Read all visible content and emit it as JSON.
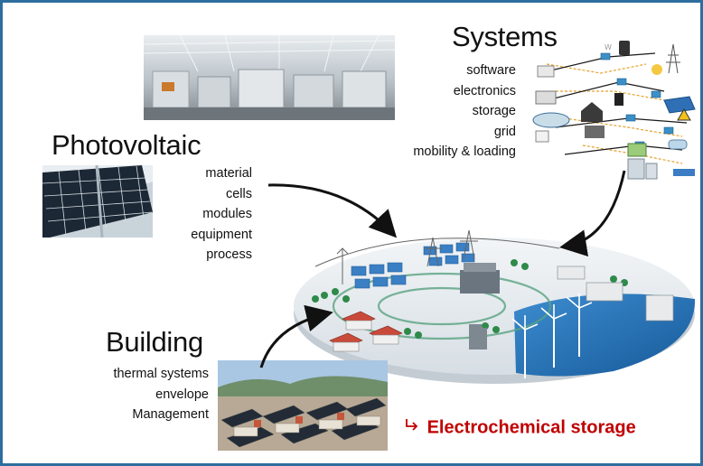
{
  "sections": {
    "systems": {
      "title": "Systems",
      "items": [
        "software",
        "electronics",
        "storage",
        "grid",
        "mobility & loading"
      ]
    },
    "photovoltaic": {
      "title": "Photovoltaic",
      "items": [
        "material",
        "cells",
        "modules",
        "equipment",
        "process"
      ]
    },
    "building": {
      "title": "Building",
      "items": [
        "thermal systems",
        "envelope",
        "Management"
      ]
    }
  },
  "callout": {
    "icon": "arrow-bullet-icon",
    "text": "Electrochemical storage"
  },
  "colors": {
    "frame_border": "#2e6e9e",
    "callout": "#c00000",
    "water": "#1f6fb4",
    "ground": "#e6ebef"
  }
}
